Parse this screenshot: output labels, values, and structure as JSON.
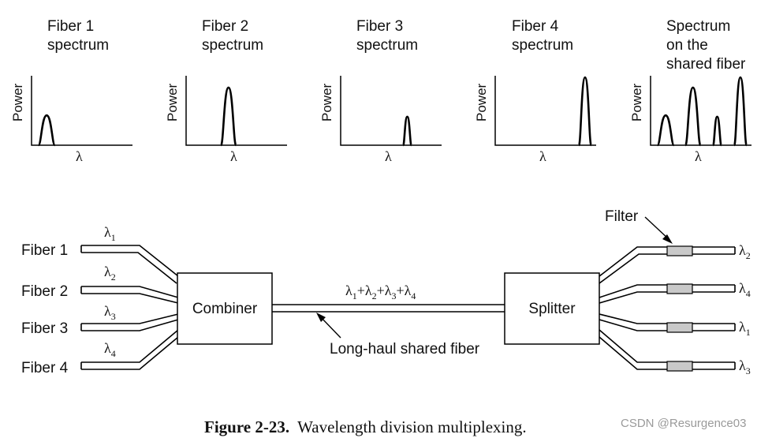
{
  "spectra": [
    {
      "title": [
        "Fiber 1",
        "spectrum"
      ],
      "ylabel": "Power",
      "xlabel": "λ",
      "peak": {
        "center": 0.15,
        "height": 0.44,
        "width": 0.06
      }
    },
    {
      "title": [
        "Fiber 2",
        "spectrum"
      ],
      "ylabel": "Power",
      "xlabel": "λ",
      "peak": {
        "center": 0.42,
        "height": 0.85,
        "width": 0.055
      }
    },
    {
      "title": [
        "Fiber 3",
        "spectrum"
      ],
      "ylabel": "Power",
      "xlabel": "λ",
      "peak": {
        "center": 0.66,
        "height": 0.42,
        "width": 0.03
      }
    },
    {
      "title": [
        "Fiber 4",
        "spectrum"
      ],
      "ylabel": "Power",
      "xlabel": "λ",
      "peak": {
        "center": 0.89,
        "height": 1.0,
        "width": 0.045
      }
    },
    {
      "title": [
        "Spectrum",
        "on the",
        "shared fiber"
      ],
      "ylabel": "Power",
      "xlabel": "λ",
      "peaks": [
        {
          "center": 0.15,
          "height": 0.44,
          "width": 0.06
        },
        {
          "center": 0.42,
          "height": 0.85,
          "width": 0.055
        },
        {
          "center": 0.66,
          "height": 0.42,
          "width": 0.03
        },
        {
          "center": 0.89,
          "height": 1.0,
          "width": 0.045
        }
      ]
    }
  ],
  "inputs": [
    {
      "label": "Fiber 1",
      "lambda": "1"
    },
    {
      "label": "Fiber 2",
      "lambda": "2"
    },
    {
      "label": "Fiber 3",
      "lambda": "3"
    },
    {
      "label": "Fiber 4",
      "lambda": "4"
    }
  ],
  "combiner_label": "Combiner",
  "splitter_label": "Splitter",
  "shared_fiber_label": "Long-haul shared fiber",
  "combined_lambda": {
    "symbol": "λ",
    "subs": [
      "1",
      "2",
      "3",
      "4"
    ]
  },
  "filter_label": "Filter",
  "outputs": [
    {
      "lambda": "2"
    },
    {
      "lambda": "4"
    },
    {
      "lambda": "1"
    },
    {
      "lambda": "3"
    }
  ],
  "caption": {
    "number": "Figure 2-23.",
    "text": "Wavelength division multiplexing."
  },
  "watermark": "CSDN @Resurgence03"
}
